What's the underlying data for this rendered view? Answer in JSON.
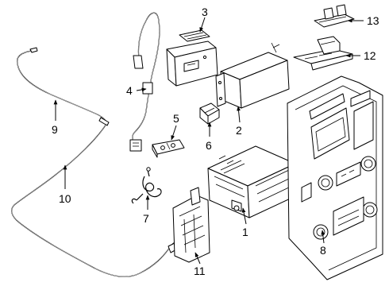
{
  "diagram": {
    "callouts": [
      {
        "id": "1",
        "text": "1"
      },
      {
        "id": "2",
        "text": "2"
      },
      {
        "id": "3",
        "text": "3"
      },
      {
        "id": "4",
        "text": "4"
      },
      {
        "id": "5",
        "text": "5"
      },
      {
        "id": "6",
        "text": "6"
      },
      {
        "id": "7",
        "text": "7"
      },
      {
        "id": "8",
        "text": "8"
      },
      {
        "id": "9",
        "text": "9"
      },
      {
        "id": "10",
        "text": "10"
      },
      {
        "id": "11",
        "text": "11"
      },
      {
        "id": "12",
        "text": "12"
      },
      {
        "id": "13",
        "text": "13"
      }
    ],
    "colors": {
      "line": "#000000",
      "background": "#ffffff"
    }
  }
}
